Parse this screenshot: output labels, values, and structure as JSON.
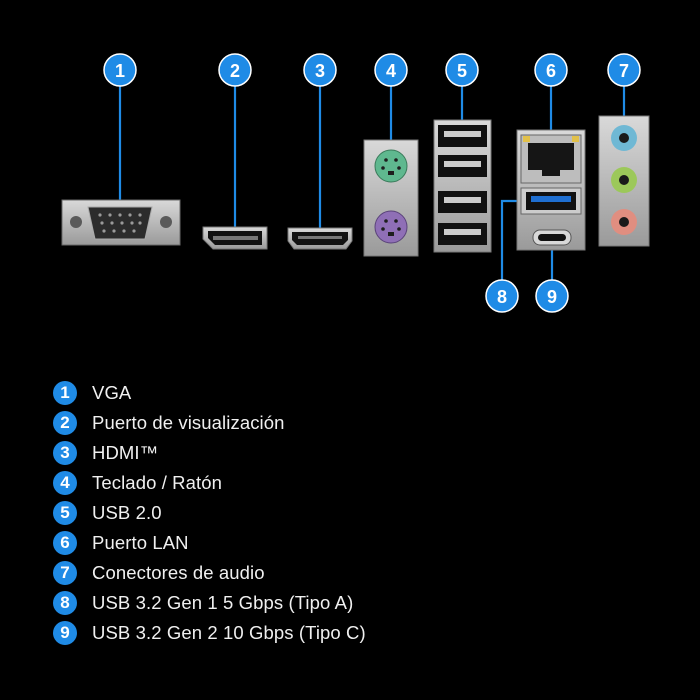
{
  "accent_color": "#1f8be6",
  "callouts": [
    "1",
    "2",
    "3",
    "4",
    "5",
    "6",
    "7",
    "8",
    "9"
  ],
  "legend": [
    {
      "num": "1",
      "label": "VGA"
    },
    {
      "num": "2",
      "label": "Puerto de visualización"
    },
    {
      "num": "3",
      "label": "HDMI™"
    },
    {
      "num": "4",
      "label": "Teclado / Ratón"
    },
    {
      "num": "5",
      "label": "USB 2.0"
    },
    {
      "num": "6",
      "label": "Puerto LAN"
    },
    {
      "num": "7",
      "label": "Conectores de audio"
    },
    {
      "num": "8",
      "label": "USB 3.2 Gen 1 5 Gbps (Tipo A)"
    },
    {
      "num": "9",
      "label": "USB 3.2 Gen 2 10 Gbps (Tipo C)"
    }
  ],
  "connectors": {
    "vga": "vga-port-icon",
    "displayport": "displayport-icon",
    "hdmi": "hdmi-port-icon",
    "ps2": "ps2-port-icon",
    "usb2": "usb-a-port-icon",
    "lan": "rj45-port-icon",
    "audio": "audio-jack-icon",
    "usb32_gen1": "usb-a-blue-port-icon",
    "usb32_gen2": "usb-c-port-icon"
  }
}
